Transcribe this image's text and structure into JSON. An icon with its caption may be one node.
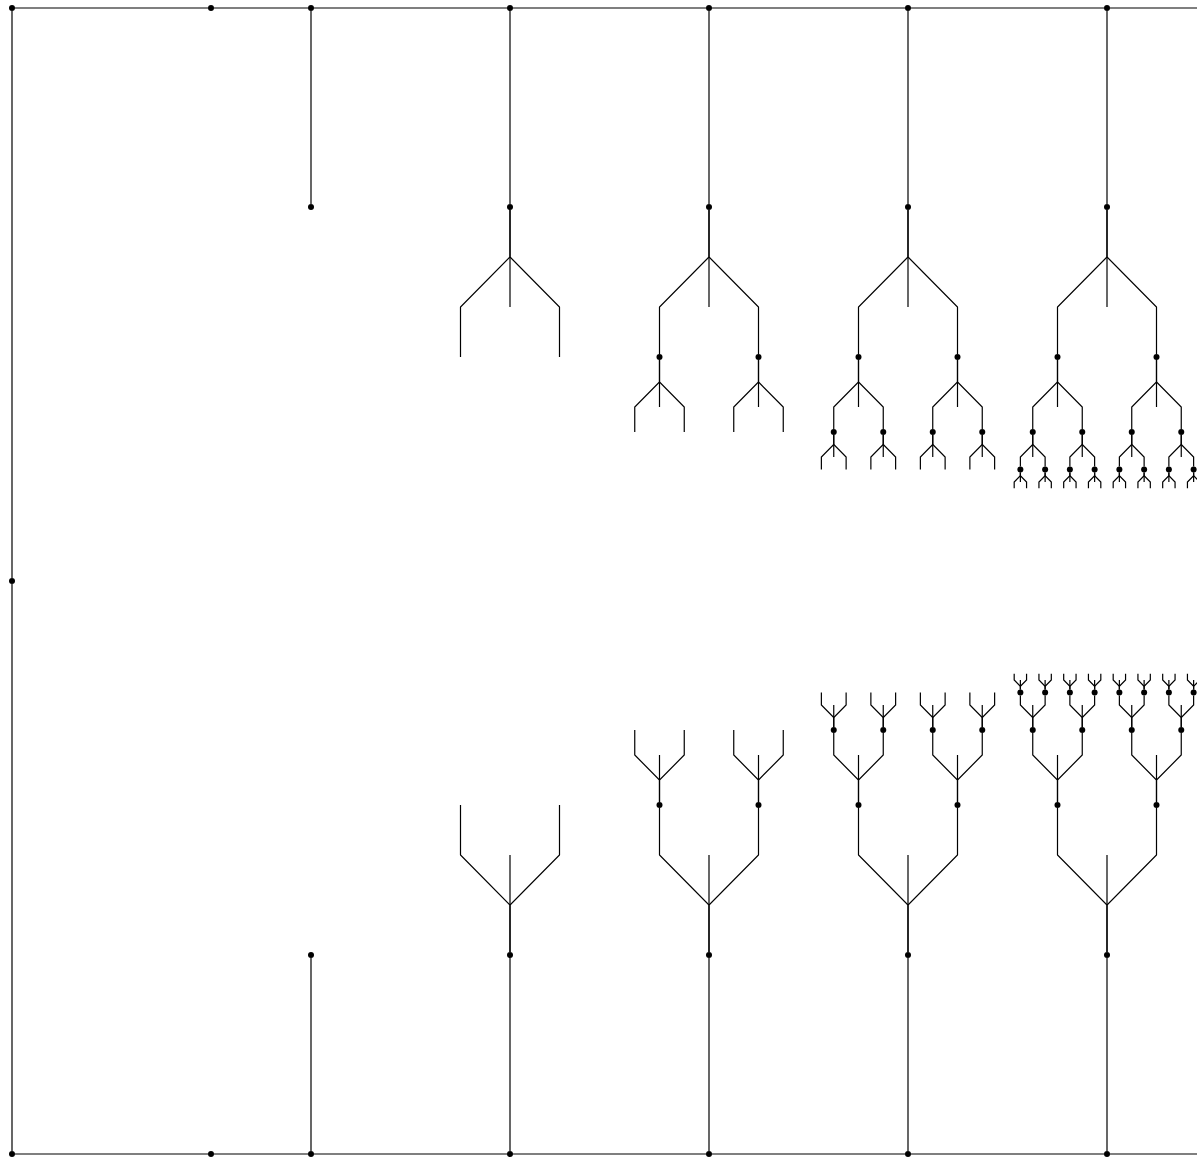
{
  "diagram": {
    "nodes": [
      {
        "text": [],
        "shape": "circle"
      },
      {
        "text": [],
        "shape": "circle"
      },
      {
        "text": [],
        "shape": "circle"
      },
      {
        "text": [],
        "shape": "circle"
      },
      {
        "text": [],
        "shape": "circle"
      },
      {
        "text": [],
        "shape": "circle"
      },
      {
        "text": [],
        "shape": "circle"
      },
      {
        "text": [],
        "shape": "circle"
      },
      {
        "text": [],
        "shape": "circle"
      },
      {
        "text": [],
        "shape": "circle"
      },
      {
        "text": [],
        "shape": "circle"
      },
      {
        "text": [],
        "shape": "circle"
      },
      {
        "text": [],
        "shape": "circle"
      },
      {
        "text": [],
        "shape": "circle"
      },
      {
        "text": [],
        "shape": "circle"
      },
      {
        "text": [],
        "shape": "circle"
      },
      {
        "text": [],
        "shape": "circle"
      },
      {
        "text": [],
        "shape": "circle"
      },
      {
        "text": [],
        "shape": "circle"
      },
      {
        "text": [],
        "shape": "circle"
      },
      {
        "text": [],
        "shape": "circle"
      },
      {
        "text": [],
        "shape": "circle"
      },
      {
        "text": [],
        "shape": "circle"
      },
      {
        "text": [],
        "shape": "circle"
      },
      {
        "text": [],
        "shape": "circle"
      },
      {
        "text": [],
        "shape": "circle"
      },
      {
        "text": [],
        "shape": "circle"
      },
      {
        "text": [],
        "shape": "circle"
      },
      {
        "text": [],
        "shape": "circle"
      },
      {
        "text": [],
        "shape": "circle"
      },
      {
        "text": [],
        "shape": "circle"
      },
      {
        "text": [],
        "shape": "circle"
      },
      {
        "text": [],
        "shape": "circle"
      },
      {
        "text": [],
        "shape": "circle"
      },
      {
        "text": [],
        "shape": "circle"
      },
      {
        "text": [],
        "shape": "circle"
      },
      {
        "text": [],
        "shape": "circle"
      },
      {
        "text": [],
        "shape": "circle"
      },
      {
        "text": [],
        "shape": "circle"
      },
      {
        "text": [],
        "shape": "circle"
      },
      {
        "text": [],
        "shape": "circle"
      },
      {
        "text": [],
        "shape": "circle"
      },
      {
        "text": [],
        "shape": "circle"
      },
      {
        "text": [],
        "shape": "circle"
      },
      {
        "text": [],
        "shape": "circle"
      },
      {
        "text": [],
        "shape": "circle"
      },
      {
        "text": [],
        "shape": "circle"
      },
      {
        "text": [],
        "shape": "circle"
      },
      {
        "text": [],
        "shape": "circle"
      },
      {
        "text": [],
        "shape": "circle"
      },
      {
        "text": [],
        "shape": "circle"
      },
      {
        "text": [],
        "shape": "circle"
      },
      {
        "text": [],
        "shape": "circle"
      },
      {
        "text": [],
        "shape": "circle"
      },
      {
        "text": [],
        "shape": "circle"
      },
      {
        "text": [],
        "shape": "circle"
      },
      {
        "text": [],
        "shape": "circle"
      },
      {
        "text": [],
        "shape": "circle"
      },
      {
        "text": [],
        "shape": "circle"
      },
      {
        "text": [],
        "shape": "circle"
      },
      {
        "text": [],
        "shape": "circle"
      },
      {
        "text": [],
        "shape": "circle"
      },
      {
        "text": [],
        "shape": "circle"
      },
      {
        "text": [],
        "shape": "circle"
      },
      {
        "text": [],
        "shape": "circle"
      },
      {
        "text": [],
        "shape": "circle"
      },
      {
        "text": [],
        "shape": "circle"
      },
      {
        "text": [],
        "shape": "circle"
      },
      {
        "text": [],
        "shape": "circle"
      }
    ],
    "edges": [
      {
        "from": 0,
        "to": 1,
        "arrow": "none"
      },
      {
        "from": 1,
        "to": 2,
        "arrow": "none"
      },
      {
        "from": 2,
        "to": 3,
        "arrow": "none"
      },
      {
        "from": 3,
        "to": 4,
        "arrow": "none"
      },
      {
        "from": 4,
        "to": 5,
        "arrow": "none"
      },
      {
        "from": 5,
        "to": 6,
        "arrow": "none"
      },
      {
        "from": 6,
        "to": null,
        "arrow": "none"
      },
      {
        "from": 0,
        "to": 34,
        "arrow": "none"
      },
      {
        "from": 34,
        "to": 62,
        "arrow": "none"
      },
      {
        "from": 62,
        "to": 63,
        "arrow": "none"
      },
      {
        "from": 63,
        "to": 64,
        "arrow": "none"
      },
      {
        "from": 64,
        "to": 65,
        "arrow": "none"
      },
      {
        "from": 65,
        "to": 66,
        "arrow": "none"
      },
      {
        "from": 66,
        "to": 67,
        "arrow": "none"
      },
      {
        "from": 67,
        "to": 68,
        "arrow": "none"
      },
      {
        "from": 68,
        "to": null,
        "arrow": "none"
      },
      {
        "from": 2,
        "to": 7,
        "arrow": "none"
      },
      {
        "from": 3,
        "to": 8,
        "arrow": "none"
      },
      {
        "from": 4,
        "to": 9,
        "arrow": "none"
      },
      {
        "from": 5,
        "to": 10,
        "arrow": "none"
      },
      {
        "from": 6,
        "to": 11,
        "arrow": "none"
      },
      {
        "from": 64,
        "to": 57,
        "arrow": "none"
      },
      {
        "from": 65,
        "to": 58,
        "arrow": "none"
      },
      {
        "from": 66,
        "to": 59,
        "arrow": "none"
      },
      {
        "from": 67,
        "to": 60,
        "arrow": "none"
      },
      {
        "from": 68,
        "to": 61,
        "arrow": "none"
      },
      {
        "from": 9,
        "to": 12,
        "arrow": "none"
      },
      {
        "from": 9,
        "to": 13,
        "arrow": "none"
      },
      {
        "from": 10,
        "to": 14,
        "arrow": "none"
      },
      {
        "from": 10,
        "to": 15,
        "arrow": "none"
      },
      {
        "from": 11,
        "to": 16,
        "arrow": "none"
      },
      {
        "from": 11,
        "to": 17,
        "arrow": "none"
      },
      {
        "from": 14,
        "to": 18,
        "arrow": "none"
      },
      {
        "from": 14,
        "to": 19,
        "arrow": "none"
      },
      {
        "from": 15,
        "to": 20,
        "arrow": "none"
      },
      {
        "from": 15,
        "to": 21,
        "arrow": "none"
      },
      {
        "from": 16,
        "to": 22,
        "arrow": "none"
      },
      {
        "from": 16,
        "to": 23,
        "arrow": "none"
      },
      {
        "from": 17,
        "to": 24,
        "arrow": "none"
      },
      {
        "from": 17,
        "to": 25,
        "arrow": "none"
      },
      {
        "from": 22,
        "to": 26,
        "arrow": "none"
      },
      {
        "from": 22,
        "to": 27,
        "arrow": "none"
      },
      {
        "from": 23,
        "to": 28,
        "arrow": "none"
      },
      {
        "from": 23,
        "to": 29,
        "arrow": "none"
      },
      {
        "from": 24,
        "to": 30,
        "arrow": "none"
      },
      {
        "from": 24,
        "to": 31,
        "arrow": "none"
      },
      {
        "from": 25,
        "to": 32,
        "arrow": "none"
      },
      {
        "from": 25,
        "to": 33,
        "arrow": "none"
      },
      {
        "from": 8,
        "to": null,
        "arrow": "none"
      },
      {
        "from": 8,
        "to": null,
        "arrow": "none"
      },
      {
        "from": 12,
        "to": null,
        "arrow": "none"
      },
      {
        "from": 12,
        "to": null,
        "arrow": "none"
      },
      {
        "from": 13,
        "to": null,
        "arrow": "none"
      },
      {
        "from": 13,
        "to": null,
        "arrow": "none"
      },
      {
        "from": 18,
        "to": null,
        "arrow": "none"
      },
      {
        "from": 18,
        "to": null,
        "arrow": "none"
      },
      {
        "from": 19,
        "to": null,
        "arrow": "none"
      },
      {
        "from": 19,
        "to": null,
        "arrow": "none"
      },
      {
        "from": 20,
        "to": null,
        "arrow": "none"
      },
      {
        "from": 20,
        "to": null,
        "arrow": "none"
      },
      {
        "from": 21,
        "to": null,
        "arrow": "none"
      },
      {
        "from": 21,
        "to": null,
        "arrow": "none"
      },
      {
        "from": 26,
        "to": null,
        "arrow": "none"
      },
      {
        "from": 26,
        "to": null,
        "arrow": "none"
      },
      {
        "from": 27,
        "to": null,
        "arrow": "none"
      },
      {
        "from": 27,
        "to": null,
        "arrow": "none"
      },
      {
        "from": 28,
        "to": null,
        "arrow": "none"
      },
      {
        "from": 28,
        "to": null,
        "arrow": "none"
      },
      {
        "from": 29,
        "to": null,
        "arrow": "none"
      },
      {
        "from": 29,
        "to": null,
        "arrow": "none"
      },
      {
        "from": 30,
        "to": null,
        "arrow": "none"
      },
      {
        "from": 30,
        "to": null,
        "arrow": "none"
      },
      {
        "from": 31,
        "to": null,
        "arrow": "none"
      },
      {
        "from": 31,
        "to": null,
        "arrow": "none"
      },
      {
        "from": 32,
        "to": null,
        "arrow": "none"
      },
      {
        "from": 32,
        "to": null,
        "arrow": "none"
      },
      {
        "from": 33,
        "to": null,
        "arrow": "none"
      },
      {
        "from": 33,
        "to": null,
        "arrow": "none"
      },
      {
        "from": 59,
        "to": 51,
        "arrow": "none"
      },
      {
        "from": 59,
        "to": 52,
        "arrow": "none"
      },
      {
        "from": 60,
        "to": 53,
        "arrow": "none"
      },
      {
        "from": 60,
        "to": 54,
        "arrow": "none"
      },
      {
        "from": 61,
        "to": 55,
        "arrow": "none"
      },
      {
        "from": 61,
        "to": 56,
        "arrow": "none"
      },
      {
        "from": 53,
        "to": 43,
        "arrow": "none"
      },
      {
        "from": 53,
        "to": 44,
        "arrow": "none"
      },
      {
        "from": 54,
        "to": 45,
        "arrow": "none"
      },
      {
        "from": 54,
        "to": 46,
        "arrow": "none"
      },
      {
        "from": 55,
        "to": 47,
        "arrow": "none"
      },
      {
        "from": 55,
        "to": 48,
        "arrow": "none"
      },
      {
        "from": 56,
        "to": 49,
        "arrow": "none"
      },
      {
        "from": 56,
        "to": 50,
        "arrow": "none"
      },
      {
        "from": 47,
        "to": 35,
        "arrow": "none"
      },
      {
        "from": 47,
        "to": 36,
        "arrow": "none"
      },
      {
        "from": 48,
        "to": 37,
        "arrow": "none"
      },
      {
        "from": 48,
        "to": 38,
        "arrow": "none"
      },
      {
        "from": 49,
        "to": 39,
        "arrow": "none"
      },
      {
        "from": 49,
        "to": 40,
        "arrow": "none"
      },
      {
        "from": 50,
        "to": 41,
        "arrow": "none"
      },
      {
        "from": 50,
        "to": 42,
        "arrow": "none"
      },
      {
        "from": 58,
        "to": null,
        "arrow": "none"
      },
      {
        "from": 58,
        "to": null,
        "arrow": "none"
      },
      {
        "from": 51,
        "to": null,
        "arrow": "none"
      },
      {
        "from": 51,
        "to": null,
        "arrow": "none"
      },
      {
        "from": 52,
        "to": null,
        "arrow": "none"
      },
      {
        "from": 52,
        "to": null,
        "arrow": "none"
      },
      {
        "from": 43,
        "to": null,
        "arrow": "none"
      },
      {
        "from": 43,
        "to": null,
        "arrow": "none"
      },
      {
        "from": 44,
        "to": null,
        "arrow": "none"
      },
      {
        "from": 44,
        "to": null,
        "arrow": "none"
      },
      {
        "from": 45,
        "to": null,
        "arrow": "none"
      },
      {
        "from": 45,
        "to": null,
        "arrow": "none"
      },
      {
        "from": 46,
        "to": null,
        "arrow": "none"
      },
      {
        "from": 46,
        "to": null,
        "arrow": "none"
      },
      {
        "from": 35,
        "to": null,
        "arrow": "none"
      },
      {
        "from": 35,
        "to": null,
        "arrow": "none"
      },
      {
        "from": 36,
        "to": null,
        "arrow": "none"
      },
      {
        "from": 36,
        "to": null,
        "arrow": "none"
      },
      {
        "from": 37,
        "to": null,
        "arrow": "none"
      },
      {
        "from": 37,
        "to": null,
        "arrow": "none"
      },
      {
        "from": 38,
        "to": null,
        "arrow": "none"
      },
      {
        "from": 38,
        "to": null,
        "arrow": "none"
      },
      {
        "from": 39,
        "to": null,
        "arrow": "none"
      },
      {
        "from": 39,
        "to": null,
        "arrow": "none"
      },
      {
        "from": 40,
        "to": null,
        "arrow": "none"
      },
      {
        "from": 40,
        "to": null,
        "arrow": "none"
      },
      {
        "from": 41,
        "to": null,
        "arrow": "none"
      },
      {
        "from": 41,
        "to": null,
        "arrow": "none"
      },
      {
        "from": 42,
        "to": null,
        "arrow": "none"
      },
      {
        "from": 42,
        "to": null,
        "arrow": "none"
      }
    ]
  }
}
